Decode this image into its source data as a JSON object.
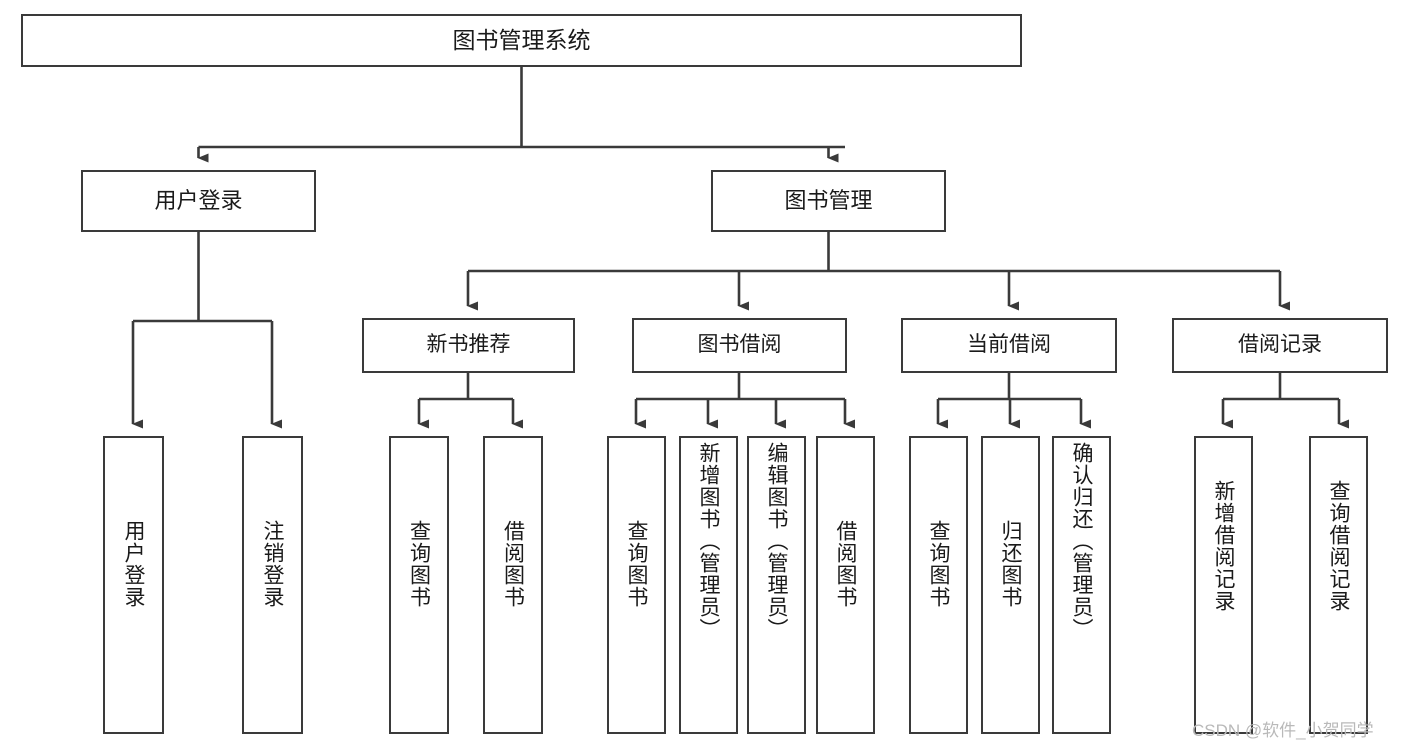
{
  "diagram": {
    "title": "图书管理系统",
    "type": "hierarchy-tree",
    "watermark": "CSDN @软件_小贺同学",
    "colors": {
      "stroke": "#3a3a3a",
      "fill": "#ffffff",
      "text": "#1a1a1a",
      "watermark": "#b9b9b9"
    },
    "nodes": {
      "root": {
        "label": "图书管理系统",
        "level": 1
      },
      "level2": [
        {
          "id": "user-login",
          "label": "用户登录"
        },
        {
          "id": "book-manage",
          "label": "图书管理"
        }
      ],
      "level3": [
        {
          "id": "new-book-recommend",
          "label": "新书推荐"
        },
        {
          "id": "book-borrow",
          "label": "图书借阅"
        },
        {
          "id": "current-borrow",
          "label": "当前借阅"
        },
        {
          "id": "borrow-record",
          "label": "借阅记录"
        }
      ],
      "leaves": [
        {
          "id": "leaf-user-login",
          "label": "用户登录",
          "parent": "user-login"
        },
        {
          "id": "leaf-logout-login",
          "label": "注销登录",
          "parent": "user-login"
        },
        {
          "id": "leaf-query-book-1",
          "label": "查询图书",
          "parent": "new-book-recommend"
        },
        {
          "id": "leaf-borrow-book-1",
          "label": "借阅图书",
          "parent": "new-book-recommend"
        },
        {
          "id": "leaf-query-book-2",
          "label": "查询图书",
          "parent": "book-borrow"
        },
        {
          "id": "leaf-add-book",
          "label": "新增图书（管理员）",
          "parent": "book-borrow"
        },
        {
          "id": "leaf-edit-book",
          "label": "编辑图书（管理员）",
          "parent": "book-borrow"
        },
        {
          "id": "leaf-borrow-book-2",
          "label": "借阅图书",
          "parent": "book-borrow"
        },
        {
          "id": "leaf-query-book-3",
          "label": "查询图书",
          "parent": "current-borrow"
        },
        {
          "id": "leaf-return-book",
          "label": "归还图书",
          "parent": "current-borrow"
        },
        {
          "id": "leaf-confirm-return",
          "label": "确认归还（管理员）",
          "parent": "current-borrow"
        },
        {
          "id": "leaf-add-record",
          "label": "新增借阅记录",
          "parent": "borrow-record"
        },
        {
          "id": "leaf-query-record",
          "label": "查询借阅记录",
          "parent": "borrow-record"
        }
      ]
    }
  }
}
